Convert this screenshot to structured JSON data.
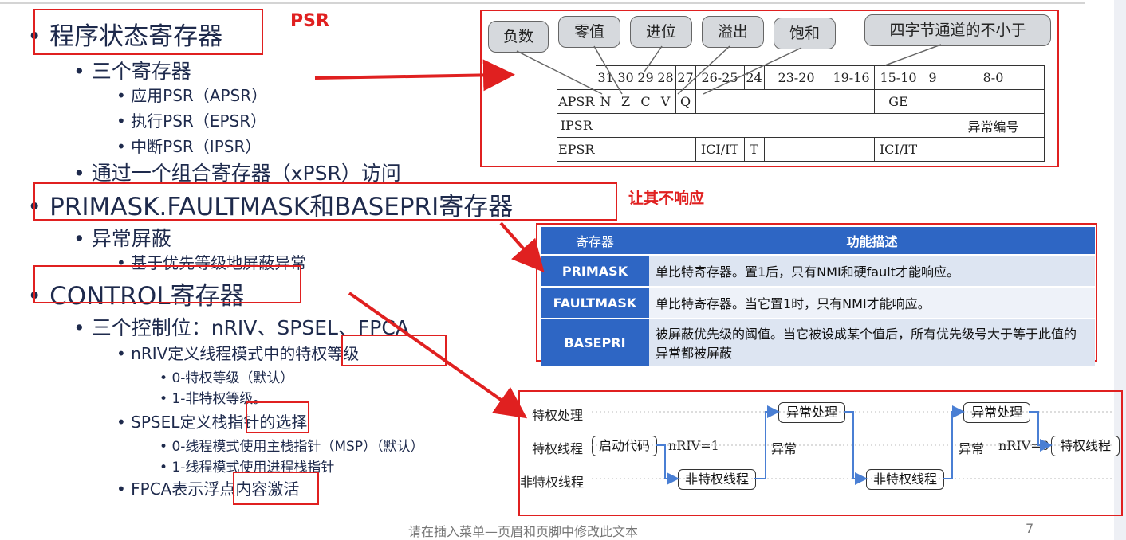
{
  "outline": {
    "psr_title": "程序状态寄存器",
    "psr_three": "三个寄存器",
    "apsr": "应用PSR（APSR）",
    "epsr": "执行PSR（EPSR）",
    "ipsr": "中断PSR（IPSR）",
    "xpsr": "通过一个组合寄存器（xPSR）访问",
    "mask_title": "PRIMASK.FAULTMASK和BASEPRI寄存器",
    "mask_sub": "异常屏蔽",
    "mask_sub2": "基于优先等级地屏蔽异常",
    "control_title": "CONTROL寄存器",
    "control_three": "三个控制位：nRIV、SPSEL、FPCA",
    "nriv": "nRIV定义线程模式中的特权等级",
    "nriv0": "0-特权等级（默认）",
    "nriv1": "1-非特权等级。",
    "spsel": "SPSEL定义栈指针的选择",
    "spsel0": "0-线程模式使用主栈指针（MSP）（默认）",
    "spsel1": "1-线程模式使用进程栈指针",
    "fpca": "FPCA表示浮点内容激活"
  },
  "annotations": {
    "psr": "PSR",
    "mask_note": "让其不响应"
  },
  "psr_bubbles": [
    "负数",
    "零值",
    "进位",
    "溢出",
    "饱和",
    "四字节通道的不小于"
  ],
  "psr_table": {
    "header": [
      "",
      "31",
      "30",
      "29",
      "28",
      "27",
      "26-25",
      "24",
      "23-20",
      "19-16",
      "15-10",
      "9",
      "8-0"
    ],
    "apsr": [
      "APSR",
      "N",
      "Z",
      "C",
      "V",
      "Q",
      "",
      "GE",
      ""
    ],
    "ipsr": [
      "IPSR",
      "",
      "异常编号"
    ],
    "epsr": [
      "EPSR",
      "",
      "ICI/IT",
      "T",
      "",
      "ICI/IT",
      ""
    ]
  },
  "reg_table": {
    "headers": [
      "寄存器",
      "功能描述"
    ],
    "rows": [
      {
        "name": "PRIMASK",
        "desc": "单比特寄存器。置1后，只有NMI和硬fault才能响应。"
      },
      {
        "name": "FAULTMASK",
        "desc": "单比特寄存器。当它置1时，只有NMI才能响应。"
      },
      {
        "name": "BASEPRI",
        "desc": "被屏蔽优先级的阈值。当它被设成某个值后，所有优先级号大于等于此值的异常都被屏蔽"
      }
    ]
  },
  "mode_diagram": {
    "row_labels": [
      "特权处理",
      "特权线程",
      "非特权线程"
    ],
    "boot": "启动代码",
    "nriv1": "nRIV=1",
    "exception1": "异常",
    "handler1": "异常处理",
    "unpriv1": "非特权线程",
    "unpriv2": "非特权线程",
    "handler2": "异常处理",
    "exception2": "异常",
    "nriv0": "nRIV=0",
    "priv_thread": "特权线程"
  },
  "footer": {
    "text": "请在插入菜单—页眉和页脚中修改此文本",
    "page": "7"
  },
  "colors": {
    "accent_red": "#e02020",
    "table_blue": "#2e66c4",
    "arrow_blue": "#4a7fd4"
  }
}
